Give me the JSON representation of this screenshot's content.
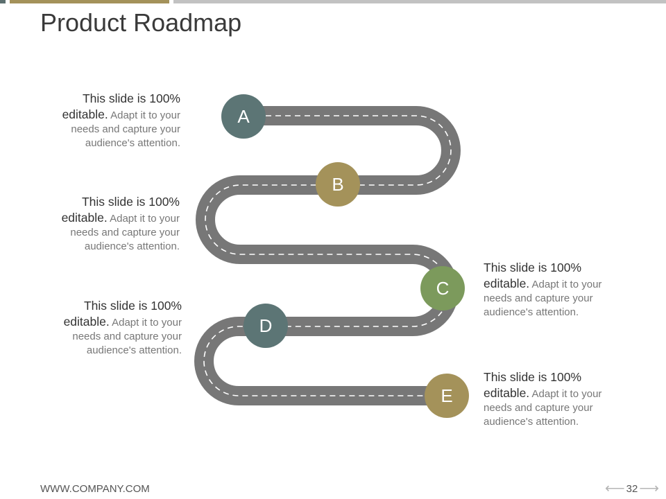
{
  "slide": {
    "title": "Product Roadmap",
    "footer": {
      "website": "WWW.COMPANY.COM",
      "page_number": "32"
    }
  },
  "colors": {
    "road": "#777777",
    "lane": "#ffffff",
    "slate": "#5c7575",
    "olive": "#a4925a",
    "green": "#7c9a5c"
  },
  "milestones": [
    {
      "label": "A",
      "color": "#5c7575"
    },
    {
      "label": "B",
      "color": "#a4925a"
    },
    {
      "label": "C",
      "color": "#7c9a5c"
    },
    {
      "label": "D",
      "color": "#5c7575"
    },
    {
      "label": "E",
      "color": "#a4925a"
    }
  ],
  "descriptions": [
    {
      "lead": "This slide is 100% editable.",
      "body": "Adapt it to your needs and capture your audience's attention."
    },
    {
      "lead": "This slide is 100% editable.",
      "body": "Adapt it to your needs and capture your audience's attention."
    },
    {
      "lead": "This slide is 100% editable.",
      "body": "Adapt it to your needs and capture your audience's attention."
    },
    {
      "lead": "This slide is 100% editable.",
      "body": "Adapt it to your needs and capture your audience's attention."
    },
    {
      "lead": "This slide is 100% editable.",
      "body": "Adapt it to your needs and capture your audience's attention."
    }
  ],
  "icons": {
    "prev": "arrow-left-icon",
    "next": "arrow-right-icon"
  }
}
